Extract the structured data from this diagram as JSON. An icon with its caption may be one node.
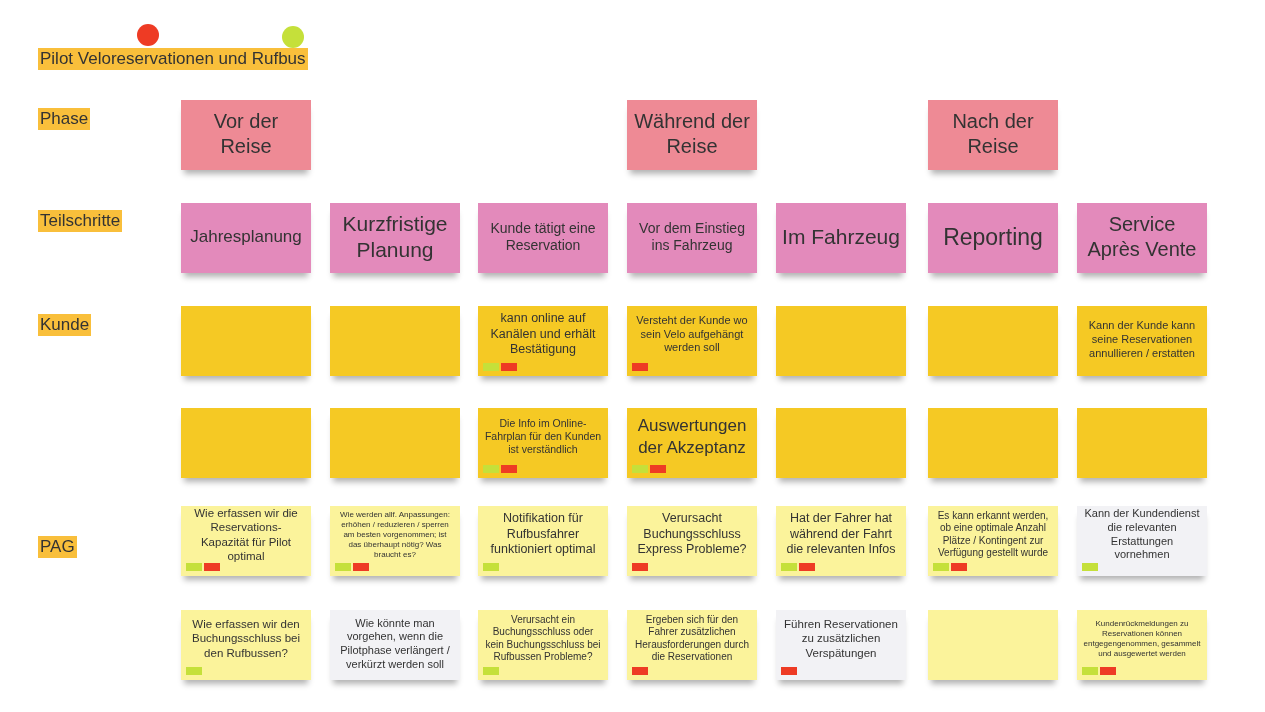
{
  "diagram": {
    "title": "Pilot Veloreservationen und Rufbus",
    "nodes": [
      {
        "text": [
          "Vor der Reise"
        ]
      },
      {
        "text": [
          "Während der Reise"
        ]
      },
      {
        "text": [
          "Nach der Reise"
        ]
      },
      {
        "text": [
          "Jahresplanung"
        ]
      },
      {
        "text": [
          "Kurzfristige Planung"
        ]
      },
      {
        "text": [
          "Kunde tätigt eine Reservation"
        ]
      },
      {
        "text": [
          "Vor dem Einstieg ins Fahrzeug"
        ]
      },
      {
        "text": [
          "Im Fahrzeug"
        ]
      },
      {
        "text": [
          "Reporting"
        ]
      },
      {
        "text": [
          "Service Après Vente"
        ]
      },
      {
        "text": [],
        "shape": "box"
      },
      {
        "text": [],
        "shape": "box"
      },
      {
        "text": [
          "kann online auf Kanälen und erhält Bestätigung"
        ]
      },
      {
        "text": [
          "Versteht der Kunde wo sein Velo aufgehängt werden soll"
        ]
      },
      {
        "text": [],
        "shape": "box"
      },
      {
        "text": [],
        "shape": "box"
      },
      {
        "text": [
          "Kann der Kunde kann seine Reservationen annullieren / erstatten"
        ]
      },
      {
        "text": [],
        "shape": "box"
      },
      {
        "text": [],
        "shape": "box"
      },
      {
        "text": [
          "Die Info im Online-Fahrplan für den Kunden ist verständlich"
        ]
      },
      {
        "text": [
          "Auswertungen der Akzeptanz"
        ]
      },
      {
        "text": [],
        "shape": "box"
      },
      {
        "text": [],
        "shape": "box"
      },
      {
        "text": [],
        "shape": "box"
      },
      {
        "text": [
          "Wie erfassen wir die Reservations-Kapazität für Pilot optimal"
        ]
      },
      {
        "text": [
          "Wie werden allf. Anpassungen: erhöhen / reduzieren / sperren am besten vorgenommen; ist das überhaupt nötig? Was braucht es?"
        ]
      },
      {
        "text": [
          "Notifikation für Rufbusfahrer funktioniert optimal"
        ]
      },
      {
        "text": [
          "Verursacht Buchungsschluss Express Probleme?"
        ]
      },
      {
        "text": [
          "Hat der Fahrer hat während der Fahrt die relevanten Infos"
        ]
      },
      {
        "text": [
          "Es kann erkannt werden, ob eine optimale Anzahl Plätze / Kontingent zur Verfügung gestellt wurde"
        ]
      },
      {
        "text": [
          "Kann der Kundendienst die relevanten Erstattungen vornehmen"
        ]
      },
      {
        "text": [
          "Wie erfassen wir den Buchungsschluss bei den Rufbussen?"
        ]
      },
      {
        "text": [
          "Wie könnte man vorgehen, wenn die Pilotphase verlängert / verkürzt werden soll"
        ]
      },
      {
        "text": [
          "Verursacht ein Buchungsschluss oder kein Buchungsschluss bei Rufbussen Probleme?"
        ]
      },
      {
        "text": [
          "Ergeben sich für den Fahrer zusätzlichen Herausforderungen durch die Reservationen"
        ]
      },
      {
        "text": [
          "Führen Reservationen zu zusätzlichen Verspätungen"
        ]
      },
      {
        "text": [],
        "shape": "box"
      },
      {
        "text": [
          "Kundenrückmeldungen zu Reservationen können entgegengenommen, gesammelt und ausgewertet werden"
        ]
      }
    ],
    "labels": [
      "Phase",
      "Teilschritte",
      "Kunde",
      "PAG"
    ]
  }
}
